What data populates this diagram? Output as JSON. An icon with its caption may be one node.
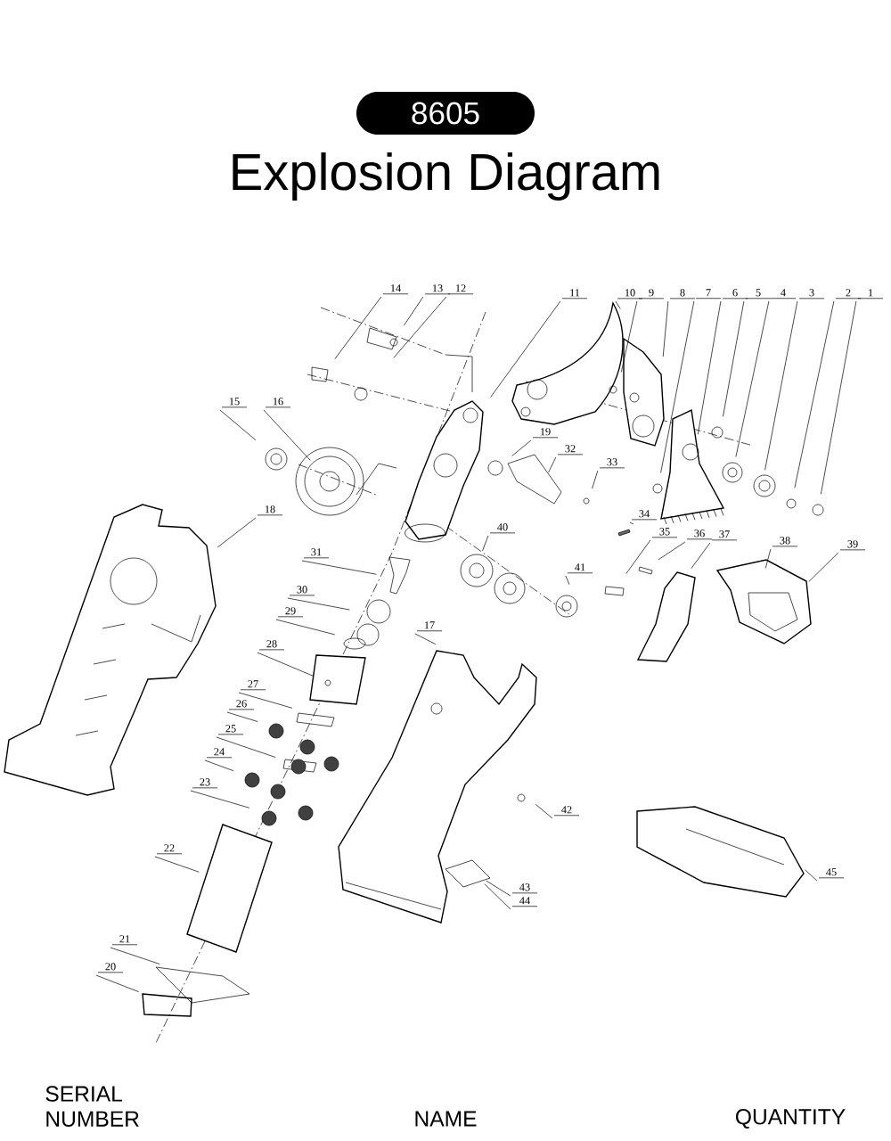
{
  "diagram": {
    "title": "Explosion Diagram",
    "nodes": [
      {
        "text": [
          "8605"
        ]
      },
      {
        "text": [
          "1"
        ]
      },
      {
        "text": [
          "2"
        ]
      },
      {
        "text": [
          "3"
        ]
      },
      {
        "text": [
          "4"
        ]
      },
      {
        "text": [
          "5"
        ]
      },
      {
        "text": [
          "6"
        ]
      },
      {
        "text": [
          "7"
        ]
      },
      {
        "text": [
          "8"
        ]
      },
      {
        "text": [
          "9"
        ]
      },
      {
        "text": [
          "10"
        ]
      },
      {
        "text": [
          "11"
        ]
      },
      {
        "text": [
          "12"
        ]
      },
      {
        "text": [
          "13"
        ]
      },
      {
        "text": [
          "14"
        ]
      },
      {
        "text": [
          "15"
        ]
      },
      {
        "text": [
          "16"
        ]
      },
      {
        "text": [
          "17"
        ]
      },
      {
        "text": [
          "18"
        ]
      },
      {
        "text": [
          "19"
        ]
      },
      {
        "text": [
          "20"
        ]
      },
      {
        "text": [
          "21"
        ]
      },
      {
        "text": [
          "22"
        ]
      },
      {
        "text": [
          "23"
        ]
      },
      {
        "text": [
          "24"
        ]
      },
      {
        "text": [
          "25"
        ]
      },
      {
        "text": [
          "26"
        ]
      },
      {
        "text": [
          "27"
        ]
      },
      {
        "text": [
          "28"
        ]
      },
      {
        "text": [
          "29"
        ]
      },
      {
        "text": [
          "30"
        ]
      },
      {
        "text": [
          "31"
        ]
      },
      {
        "text": [
          "32"
        ]
      },
      {
        "text": [
          "33"
        ]
      },
      {
        "text": [
          "34"
        ]
      },
      {
        "text": [
          "35"
        ]
      },
      {
        "text": [
          "36"
        ]
      },
      {
        "text": [
          "37"
        ]
      },
      {
        "text": [
          "38"
        ]
      },
      {
        "text": [
          "39"
        ]
      },
      {
        "text": [
          "40"
        ]
      },
      {
        "text": [
          "41"
        ]
      },
      {
        "text": [
          "42"
        ]
      },
      {
        "text": [
          "43"
        ]
      },
      {
        "text": [
          "44"
        ]
      },
      {
        "text": [
          "45"
        ]
      }
    ],
    "edges": [
      {
        "from": 1,
        "to": null,
        "arrow": "none"
      },
      {
        "from": 2,
        "to": null,
        "arrow": "none"
      },
      {
        "from": 3,
        "to": null,
        "arrow": "none"
      },
      {
        "from": 4,
        "to": null,
        "arrow": "none"
      },
      {
        "from": 5,
        "to": null,
        "arrow": "none"
      },
      {
        "from": 6,
        "to": null,
        "arrow": "none"
      },
      {
        "from": 7,
        "to": null,
        "arrow": "none"
      },
      {
        "from": 8,
        "to": null,
        "arrow": "none"
      },
      {
        "from": 9,
        "to": null,
        "arrow": "none"
      },
      {
        "from": 10,
        "to": null,
        "arrow": "none"
      },
      {
        "from": 11,
        "to": null,
        "arrow": "none"
      },
      {
        "from": 12,
        "to": null,
        "arrow": "none"
      },
      {
        "from": 13,
        "to": null,
        "arrow": "none"
      },
      {
        "from": 14,
        "to": null,
        "arrow": "none"
      },
      {
        "from": 15,
        "to": null,
        "arrow": "none"
      },
      {
        "from": 16,
        "to": null,
        "arrow": "none"
      },
      {
        "from": 17,
        "to": null,
        "arrow": "none"
      },
      {
        "from": 18,
        "to": null,
        "arrow": "none"
      },
      {
        "from": 19,
        "to": null,
        "arrow": "none"
      },
      {
        "from": 20,
        "to": null,
        "arrow": "none"
      },
      {
        "from": 21,
        "to": null,
        "arrow": "none"
      },
      {
        "from": 22,
        "to": null,
        "arrow": "none"
      },
      {
        "from": 23,
        "to": null,
        "arrow": "none"
      },
      {
        "from": 24,
        "to": null,
        "arrow": "none"
      },
      {
        "from": 25,
        "to": null,
        "arrow": "none"
      },
      {
        "from": 26,
        "to": null,
        "arrow": "none"
      },
      {
        "from": 27,
        "to": null,
        "arrow": "none"
      },
      {
        "from": 28,
        "to": null,
        "arrow": "none"
      },
      {
        "from": 29,
        "to": null,
        "arrow": "none"
      },
      {
        "from": 30,
        "to": null,
        "arrow": "none"
      },
      {
        "from": 31,
        "to": null,
        "arrow": "none"
      },
      {
        "from": 32,
        "to": null,
        "arrow": "none"
      },
      {
        "from": 33,
        "to": null,
        "arrow": "none"
      },
      {
        "from": 34,
        "to": null,
        "arrow": "none"
      },
      {
        "from": 35,
        "to": null,
        "arrow": "none"
      },
      {
        "from": 36,
        "to": null,
        "arrow": "none"
      },
      {
        "from": 37,
        "to": null,
        "arrow": "none"
      },
      {
        "from": 38,
        "to": null,
        "arrow": "none"
      },
      {
        "from": 39,
        "to": null,
        "arrow": "none"
      },
      {
        "from": 40,
        "to": null,
        "arrow": "none"
      },
      {
        "from": 41,
        "to": null,
        "arrow": "none"
      },
      {
        "from": 42,
        "to": null,
        "arrow": "none"
      },
      {
        "from": 43,
        "to": null,
        "arrow": "none"
      },
      {
        "from": 44,
        "to": null,
        "arrow": "none"
      },
      {
        "from": 45,
        "to": null,
        "arrow": "none"
      }
    ],
    "labels": [
      "SERIAL NUMBER",
      "NAME",
      "QUANTITY"
    ]
  }
}
